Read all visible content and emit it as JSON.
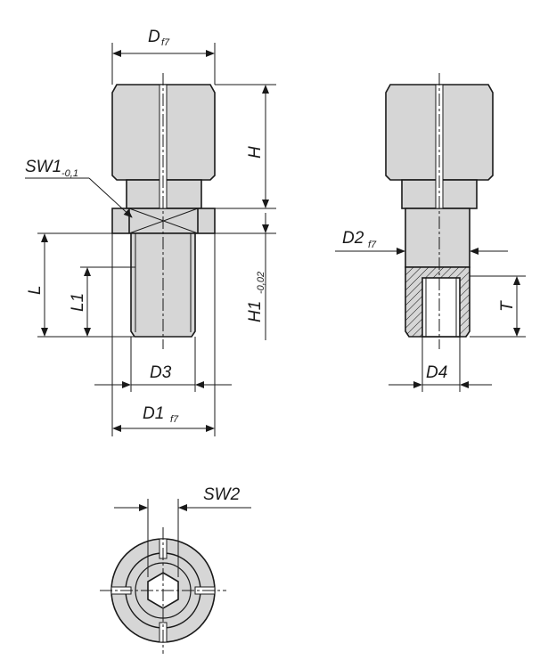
{
  "labels": {
    "df7_main": "D",
    "df7_sub": "f7",
    "h": "H",
    "sw1_main": "SW1",
    "sw1_sub": "-0,1",
    "l": "L",
    "l1": "L1",
    "h1_main": "H1",
    "h1_sub": "-0,02",
    "d3": "D3",
    "d1_main": "D1",
    "d1_sub": "f7",
    "d2_main": "D2",
    "d2_sub": "f7",
    "t": "T",
    "d4": "D4",
    "sw2": "SW2"
  },
  "colors": {
    "part_fill": "#d6d6d6",
    "line": "#1a1a1a",
    "background": "#ffffff"
  }
}
